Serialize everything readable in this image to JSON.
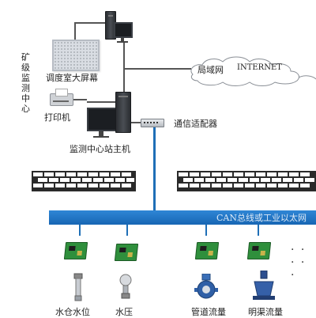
{
  "center_label": "矿级监测中心",
  "nodes": {
    "screen": "调度室大屏幕",
    "printer": "打印机",
    "host": "监测中心站主机",
    "adapter": "通信适配器",
    "lan": "局域网",
    "internet": "INTERNET"
  },
  "bus": {
    "label": "CAN总线或工业以太网"
  },
  "sensors": [
    {
      "label": "水仓水位"
    },
    {
      "label": "水压"
    },
    {
      "label": "管道流量"
    },
    {
      "label": "明渠流量"
    }
  ],
  "more": "· · · · ·",
  "colors": {
    "bus": "#1f6fb7",
    "board": "#2f8f3c",
    "wire": "#555555"
  }
}
